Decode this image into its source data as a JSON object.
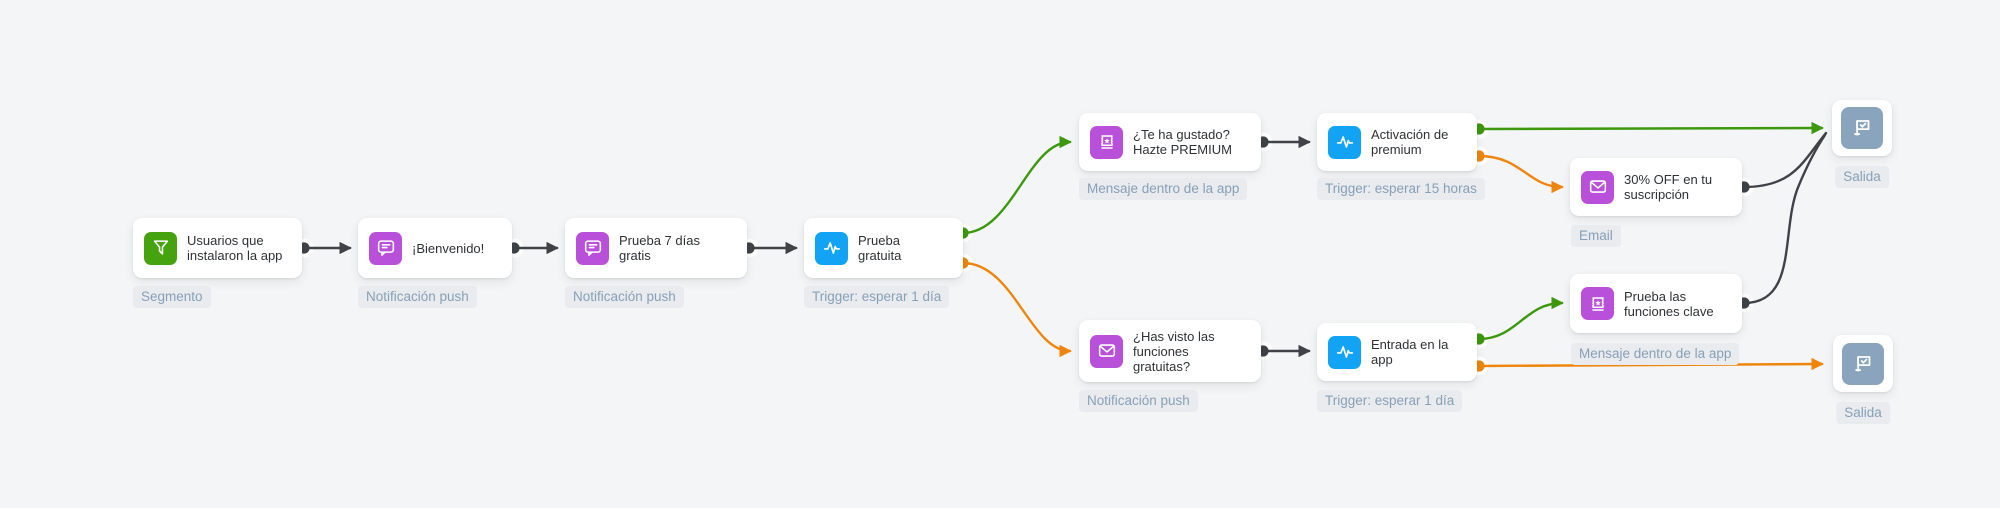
{
  "app": {
    "view": "customer-journey-flow-canvas"
  },
  "colors": {
    "background": "#f4f5f6",
    "card": "#ffffff",
    "icon_green": "#44a30f",
    "icon_purple": "#b850da",
    "icon_blue": "#12a3f4",
    "icon_slate": "#8aa4bd",
    "edge_dark": "#3f4347",
    "edge_green": "#3d980e",
    "edge_orange": "#ee860e",
    "caption_text": "#87a0b8",
    "caption_bg": "#e9ebee",
    "title_text": "#2e3135"
  },
  "nodes": {
    "segment": {
      "label": "Usuarios que instalaron la app",
      "caption": "Segmento",
      "icon": "funnel-icon"
    },
    "welcome": {
      "label": "¡Bienvenido!",
      "caption": "Notificación push",
      "icon": "chat-icon"
    },
    "trial7days": {
      "label": "Prueba 7 días gratis",
      "caption": "Notificación push",
      "icon": "chat-icon"
    },
    "free_trial": {
      "label": "Prueba gratuita",
      "caption": "Trigger: esperar 1 día",
      "icon": "pulse-icon"
    },
    "premium_offer": {
      "label": "¿Te ha gustado? Hazte PREMIUM",
      "caption": "Mensaje dentro de la app",
      "icon": "ticket-icon"
    },
    "premium_activation": {
      "label": "Activación de premium",
      "caption": "Trigger: esperar 15 horas",
      "icon": "pulse-icon"
    },
    "discount_email": {
      "label": "30% OFF en tu suscripción",
      "caption": "Email",
      "icon": "mail-icon"
    },
    "free_features": {
      "label": "¿Has visto las funciones gratuitas?",
      "caption": "Notificación push",
      "icon": "mail-icon"
    },
    "app_entry": {
      "label": "Entrada en la app",
      "caption": "Trigger: esperar 1 día",
      "icon": "pulse-icon"
    },
    "key_features": {
      "label": "Prueba las funciones clave",
      "caption": "Mensaje dentro de la app",
      "icon": "ticket-icon"
    },
    "exit_top": {
      "caption": "Salida",
      "icon": "exit-flag-icon"
    },
    "exit_bottom": {
      "caption": "Salida",
      "icon": "exit-flag-icon"
    }
  },
  "connections": [
    {
      "from": "segment",
      "to": "welcome",
      "style": "dark"
    },
    {
      "from": "welcome",
      "to": "trial7days",
      "style": "dark"
    },
    {
      "from": "trial7days",
      "to": "free_trial",
      "style": "dark"
    },
    {
      "from": "free_trial",
      "to": "premium_offer",
      "style": "green"
    },
    {
      "from": "free_trial",
      "to": "free_features",
      "style": "orange"
    },
    {
      "from": "premium_offer",
      "to": "premium_activation",
      "style": "dark"
    },
    {
      "from": "premium_activation",
      "to": "exit_top",
      "style": "green"
    },
    {
      "from": "premium_activation",
      "to": "discount_email",
      "style": "orange"
    },
    {
      "from": "discount_email",
      "to": "exit_top",
      "style": "dark"
    },
    {
      "from": "free_features",
      "to": "app_entry",
      "style": "dark"
    },
    {
      "from": "app_entry",
      "to": "key_features",
      "style": "green"
    },
    {
      "from": "app_entry",
      "to": "exit_bottom",
      "style": "orange"
    },
    {
      "from": "key_features",
      "to": "exit_top",
      "style": "dark"
    }
  ]
}
